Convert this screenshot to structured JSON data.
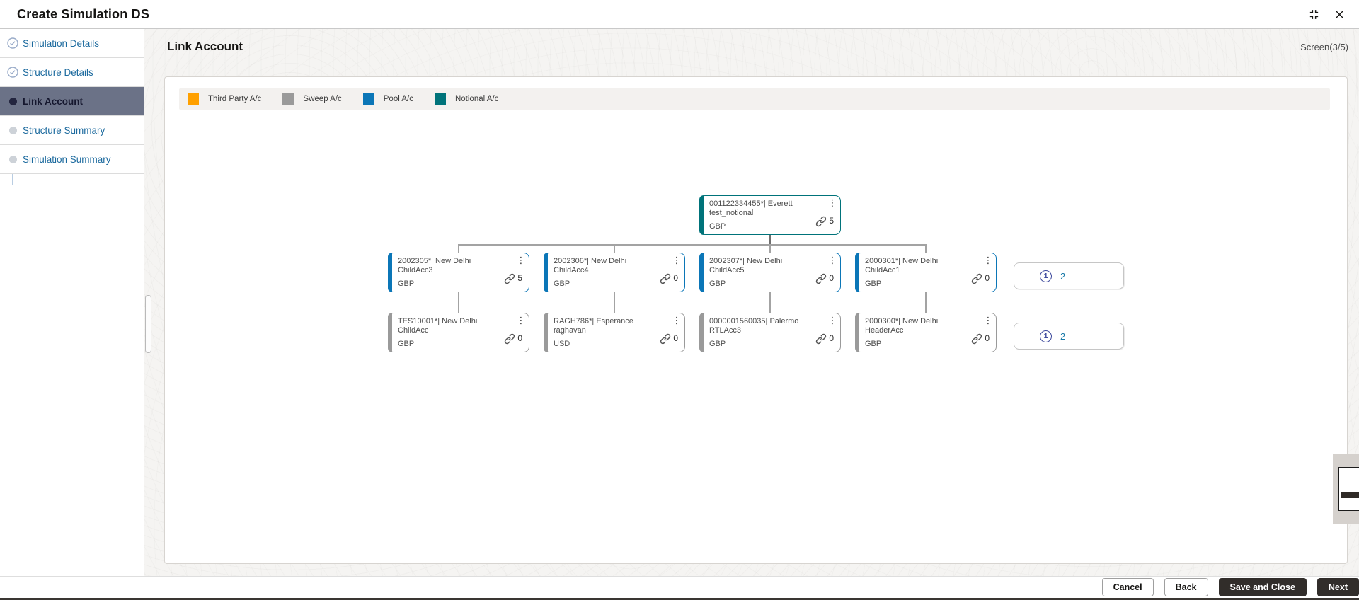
{
  "window": {
    "title": "Create Simulation DS",
    "controls": {
      "resize": "collapse-window",
      "close": "close-window"
    }
  },
  "sidebar": {
    "items": [
      {
        "label": "Simulation Details",
        "state": "done"
      },
      {
        "label": "Structure Details",
        "state": "done"
      },
      {
        "label": "Link Account",
        "state": "active"
      },
      {
        "label": "Structure Summary",
        "state": "pending"
      },
      {
        "label": "Simulation Summary",
        "state": "pending"
      }
    ]
  },
  "header": {
    "title": "Link Account",
    "screen_indicator": "Screen(3/5)"
  },
  "legend": {
    "items": [
      {
        "label": "Third Party A/c",
        "color": "#ffa000"
      },
      {
        "label": "Sweep A/c",
        "color": "#9a9a9a"
      },
      {
        "label": "Pool A/c",
        "color": "#0b76b7"
      },
      {
        "label": "Notional A/c",
        "color": "#00737a"
      }
    ]
  },
  "tree": {
    "nodes": [
      {
        "title": "001122334455*| Everett test_notional",
        "currency": "GBP",
        "link_count": "5",
        "type": "notional",
        "row": 0,
        "col": 2
      },
      {
        "title": "2002305*| New Delhi ChildAcc3",
        "currency": "GBP",
        "link_count": "5",
        "type": "pool",
        "row": 1,
        "col": 0
      },
      {
        "title": "2002306*| New Delhi ChildAcc4",
        "currency": "GBP",
        "link_count": "0",
        "type": "pool",
        "row": 1,
        "col": 1
      },
      {
        "title": "2002307*| New Delhi ChildAcc5",
        "currency": "GBP",
        "link_count": "0",
        "type": "pool",
        "row": 1,
        "col": 2
      },
      {
        "title": "2000301*| New Delhi ChildAcc1",
        "currency": "GBP",
        "link_count": "0",
        "type": "pool",
        "row": 1,
        "col": 3
      },
      {
        "title": "TES10001*| New Delhi ChildAcc",
        "currency": "GBP",
        "link_count": "0",
        "type": "sweep",
        "row": 2,
        "col": 0
      },
      {
        "title": "RAGH786*| Esperance raghavan",
        "currency": "USD",
        "link_count": "0",
        "type": "sweep",
        "row": 2,
        "col": 1
      },
      {
        "title": "0000001560035| Palermo RTLAcc3",
        "currency": "GBP",
        "link_count": "0",
        "type": "sweep",
        "row": 2,
        "col": 2
      },
      {
        "title": "2000300*| New Delhi HeaderAcc",
        "currency": "GBP",
        "link_count": "0",
        "type": "sweep",
        "row": 2,
        "col": 3
      }
    ],
    "hidden_node_badges": [
      {
        "icon_digit": "1",
        "count": "2",
        "row": 1
      },
      {
        "icon_digit": "1",
        "count": "2",
        "row": 2
      }
    ]
  },
  "footer": {
    "buttons": [
      {
        "label": "Cancel",
        "style": "outline"
      },
      {
        "label": "Back",
        "style": "outline"
      },
      {
        "label": "Save and Close",
        "style": "dark"
      },
      {
        "label": "Next",
        "style": "dark"
      }
    ]
  }
}
